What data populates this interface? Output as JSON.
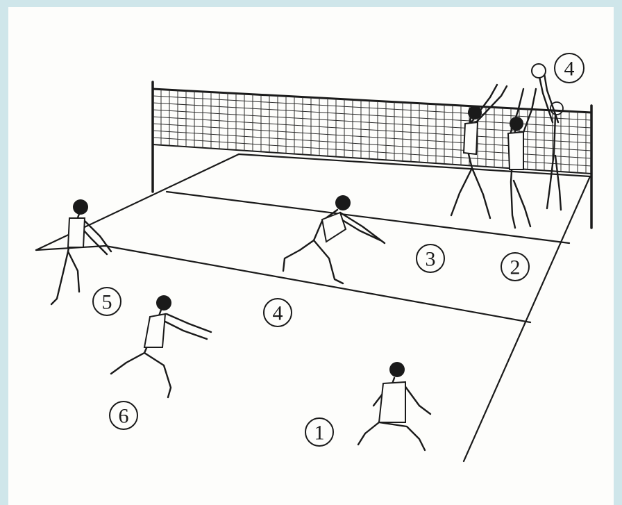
{
  "positions": {
    "p1": "1",
    "p2": "2",
    "p3": "3",
    "p4": "4",
    "p4_block": "4",
    "p5": "5",
    "p6": "6"
  }
}
